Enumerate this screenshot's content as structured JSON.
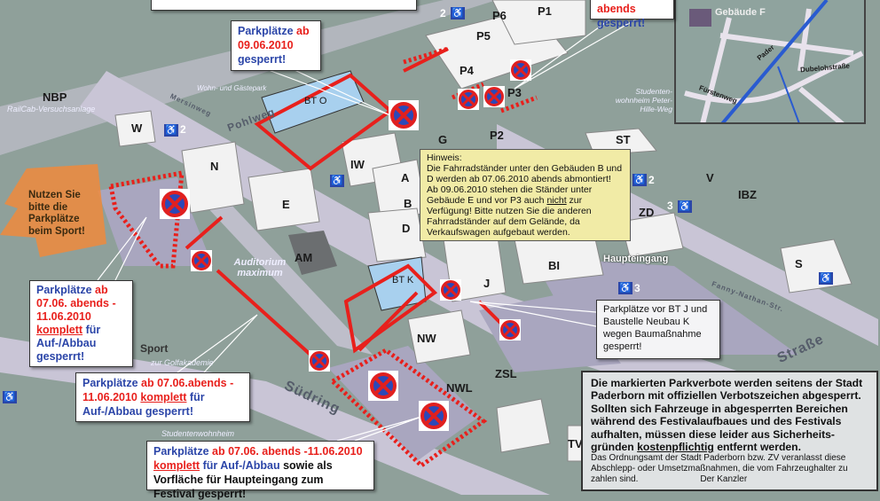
{
  "map_labels": {
    "nbp": "NBP",
    "railcab": "RailCab-Versuchsanlage",
    "wohn": "Wohn- und Gästepark",
    "pohlweg": "Pohlweg",
    "mersinweg": "Mersinweg",
    "w": "W",
    "n": "N",
    "e": "E",
    "am": "AM",
    "audimax": "Auditorium maximum",
    "bto": "BT O",
    "iw": "IW",
    "a": "A",
    "g": "G",
    "b": "B",
    "d": "D",
    "btk": "BT K",
    "j": "J",
    "bi": "BI",
    "nw": "NW",
    "zsl": "ZSL",
    "nwl": "NWL",
    "tv": "TV",
    "p1": "P1",
    "p2": "P2",
    "p3": "P3",
    "p4": "P4",
    "p5": "P5",
    "p6": "P6",
    "st": "ST",
    "v": "V",
    "ibz": "IBZ",
    "zd": "ZD",
    "s": "S",
    "haupteingang": "Haupteingang",
    "fanny": "Fanny-Nathan-Str.",
    "strasse": "Straße",
    "suedring": "Südring",
    "sport": "Sport",
    "golf": "zur Golfakademie",
    "studwohn": "Studentenwohnheim",
    "studwohn_phw": "Studenten-wohnheim Peter-Hille-Weg",
    "hc_numbers": [
      "2",
      "2",
      "2",
      "3",
      "3"
    ]
  },
  "inset": {
    "gebaeude": "Gebäude F",
    "pader": "Pader",
    "fuerstenweg": "Fürstenweg",
    "dubelohstr": "Dubelohstraße"
  },
  "orange_arrow": "Nutzen Sie bitte die Parkplätze beim Sport!",
  "callouts": {
    "bto": {
      "a": "Parkplätze ",
      "b": "ab 09.06.2010",
      "c": " gesperrt!"
    },
    "topright": {
      "a": "abends",
      "b": " gesperrt!"
    },
    "left": {
      "a": "Parkplätze ",
      "b": "ab 07.06. abends - 11.06.2010",
      "c": "komplett",
      "d": " für Auf-/Abbau gesperrt!"
    },
    "middle": {
      "a": "Parkplätze ",
      "b": "ab 07.06.abends - 11.06.2010 ",
      "c": "komplett",
      "d": " für Auf-/Abbau gesperrt!"
    },
    "bottom": {
      "a": "Parkplätze ",
      "b": "ab 07.06. abends -11.06.2010",
      "c": "komplett",
      "d": " für Auf-/Abbau",
      "e": " sowie als Vorfläche für Haupteingang zum Festival gesperrt!"
    },
    "btj": "Parkplätze vor BT J und Baustelle Neubau K wegen Baumaßnahme gesperrt!"
  },
  "hinweis": {
    "title": "Hinweis:",
    "text1": "Die Fahrradständer unter den Gebäuden B und D werden ab 07.06.2010 abends abmontiert! Ab 09.06.2010 stehen die Ständer unter Gebäude E und vor P3 auch ",
    "nicht": "nicht",
    "text2": " zur Verfügung! Bitte nutzen Sie die anderen Fahrradständer auf dem Gelände, da Verkaufswagen aufgebaut werden."
  },
  "notice": {
    "big1": "Die markierten Parkverbote werden seitens der Stadt Paderborn mit offiziellen Verbotszeichen abgesperrt. Sollten sich Fahrzeuge in abgesperrten Bereichen während des Festivalaufbaues und des Festivals aufhalten, müssen diese leider aus Sicherheits-gründen ",
    "kosten": "kostenpflichtig",
    "big2": " entfernt werden.",
    "small": "Das Ordnungsamt der Stadt Paderborn bzw. ZV veranlasst diese Abschlepp- oder Umsetzmaßnahmen, die vom Fahrzeughalter zu zahlen sind.",
    "signature": "Der Kanzler"
  },
  "colors": {
    "closure_red": "#e8201c",
    "text_blue": "#2b45a8",
    "hinweis_bg": "#f1eba6"
  }
}
